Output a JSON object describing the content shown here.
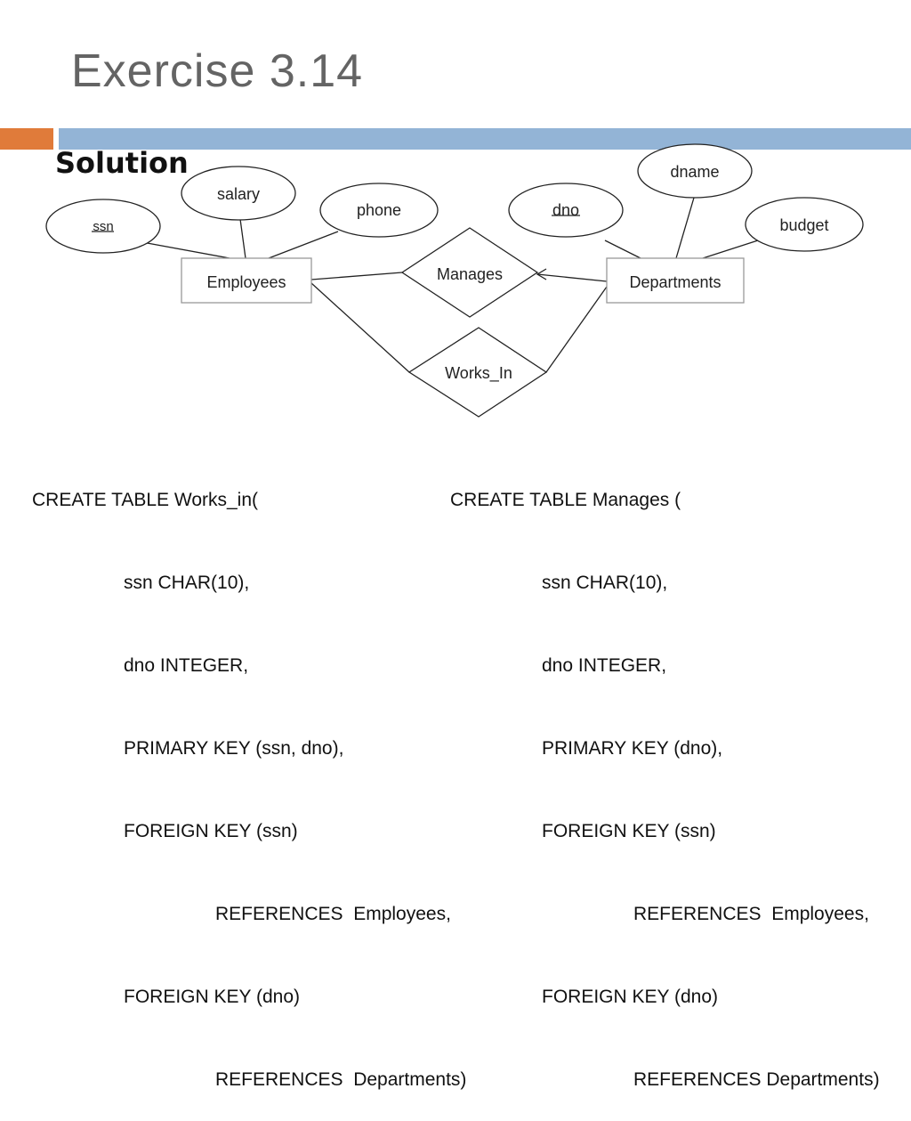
{
  "slide": {
    "title": "Exercise 3.14",
    "subtitle": "Solution"
  },
  "diagram": {
    "entities": {
      "employees": "Employees",
      "departments": "Departments"
    },
    "relationships": {
      "manages": "Manages",
      "works_in": "Works_In"
    },
    "attributes": {
      "ssn": "ssn",
      "salary": "salary",
      "phone": "phone",
      "dno": "dno",
      "dname": "dname",
      "budget": "budget"
    },
    "key_attributes": [
      "ssn",
      "dno"
    ]
  },
  "sql": {
    "works_in": {
      "lines": [
        "CREATE TABLE Works_in(",
        "ssn CHAR(10),",
        "dno INTEGER,",
        "PRIMARY KEY (ssn, dno),",
        "FOREIGN KEY (ssn)",
        "REFERENCES  Employees,",
        "FOREIGN KEY (dno)",
        "REFERENCES  Departments)"
      ]
    },
    "manages": {
      "lines": [
        "CREATE TABLE Manages (",
        "ssn CHAR(10),",
        "dno INTEGER,",
        "PRIMARY KEY (dno),",
        "FOREIGN KEY (ssn)",
        "REFERENCES  Employees,",
        "FOREIGN KEY (dno)",
        "REFERENCES Departments)"
      ]
    }
  },
  "colors": {
    "accent_orange": "#e07b3a",
    "accent_blue": "#93b4d6",
    "title_gray": "#646464"
  }
}
